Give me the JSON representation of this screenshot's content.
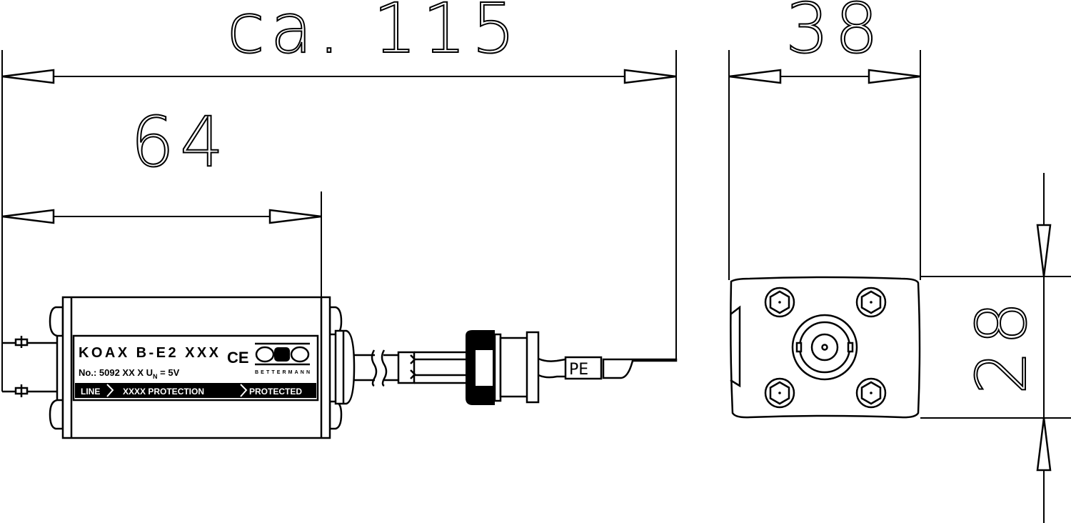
{
  "dimensions": {
    "overall_length": "ca. 115",
    "body_length": "64",
    "width": "38",
    "height": "28"
  },
  "device_label": {
    "model": "KOAX B-E2  XXX",
    "article_no": "No.:  5092 XX X   U",
    "voltage_subscript": "N",
    "voltage": " = 5V",
    "ce_mark": "CE",
    "brand_logo": "OBO",
    "brand_name": "BETTERMANN",
    "band_line": "LINE",
    "band_protection": "XXXX PROTECTION",
    "band_protected": "PROTECTED"
  },
  "earth_tag": "PE"
}
